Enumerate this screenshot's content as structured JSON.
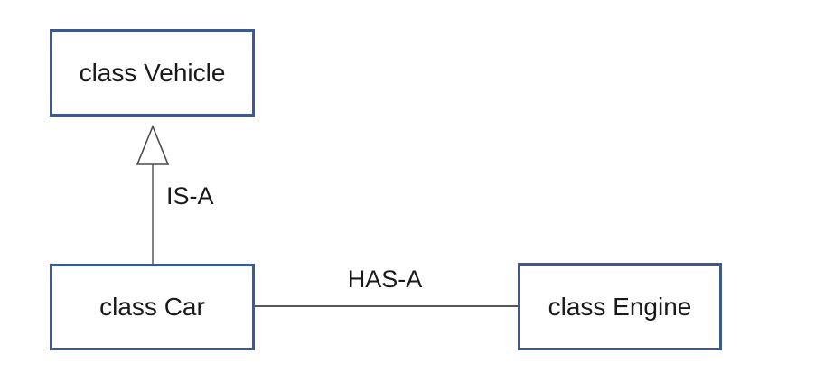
{
  "diagram": {
    "kind": "uml-class-relationship-diagram",
    "nodes": [
      {
        "id": "vehicle",
        "label": "class Vehicle"
      },
      {
        "id": "car",
        "label": "class Car"
      },
      {
        "id": "engine",
        "label": "class Engine"
      }
    ],
    "edges": [
      {
        "from": "car",
        "to": "vehicle",
        "label": "IS-A",
        "type": "inheritance",
        "arrowhead": "hollow-triangle",
        "direction": "up"
      },
      {
        "from": "car",
        "to": "engine",
        "label": "HAS-A",
        "type": "association",
        "arrowhead": "none",
        "direction": "horizontal"
      }
    ],
    "colors": {
      "box_border": "#3E5A8C",
      "box_fill": "#FFFFFF",
      "text": "#1A1A1A",
      "arrow_line": "#4D4D4D",
      "association_line": "#1F1F1F",
      "background": "#FFFFFF"
    }
  }
}
